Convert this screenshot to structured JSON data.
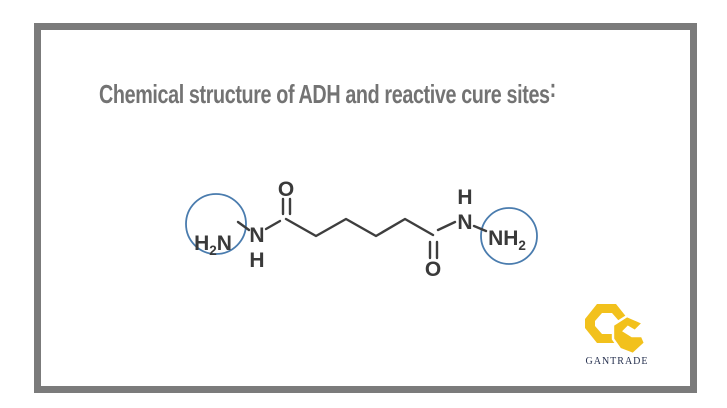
{
  "frame": {
    "border_color": "#7b7b7b",
    "background": "#ffffff"
  },
  "title": {
    "text": "Chemical structure of ADH and reactive cure sites",
    "colon": ":",
    "color": "#737373"
  },
  "molecule": {
    "atom_labels": {
      "left_terminal_pre": "H",
      "left_terminal_sub": "2",
      "left_terminal_post": "N",
      "left_n": "N",
      "left_h": "H",
      "left_o": "O",
      "right_o": "O",
      "right_h": "H",
      "right_n": "N",
      "right_terminal_pre": "NH",
      "right_terminal_sub": "2"
    },
    "colors": {
      "bond": "#3e3e3e",
      "highlight_circle": "#4a7cae"
    }
  },
  "logo": {
    "monogram": "GC",
    "wordmark": "GANTRADE",
    "colors": {
      "gold": "#f2c11c",
      "navy": "#26304f"
    }
  }
}
